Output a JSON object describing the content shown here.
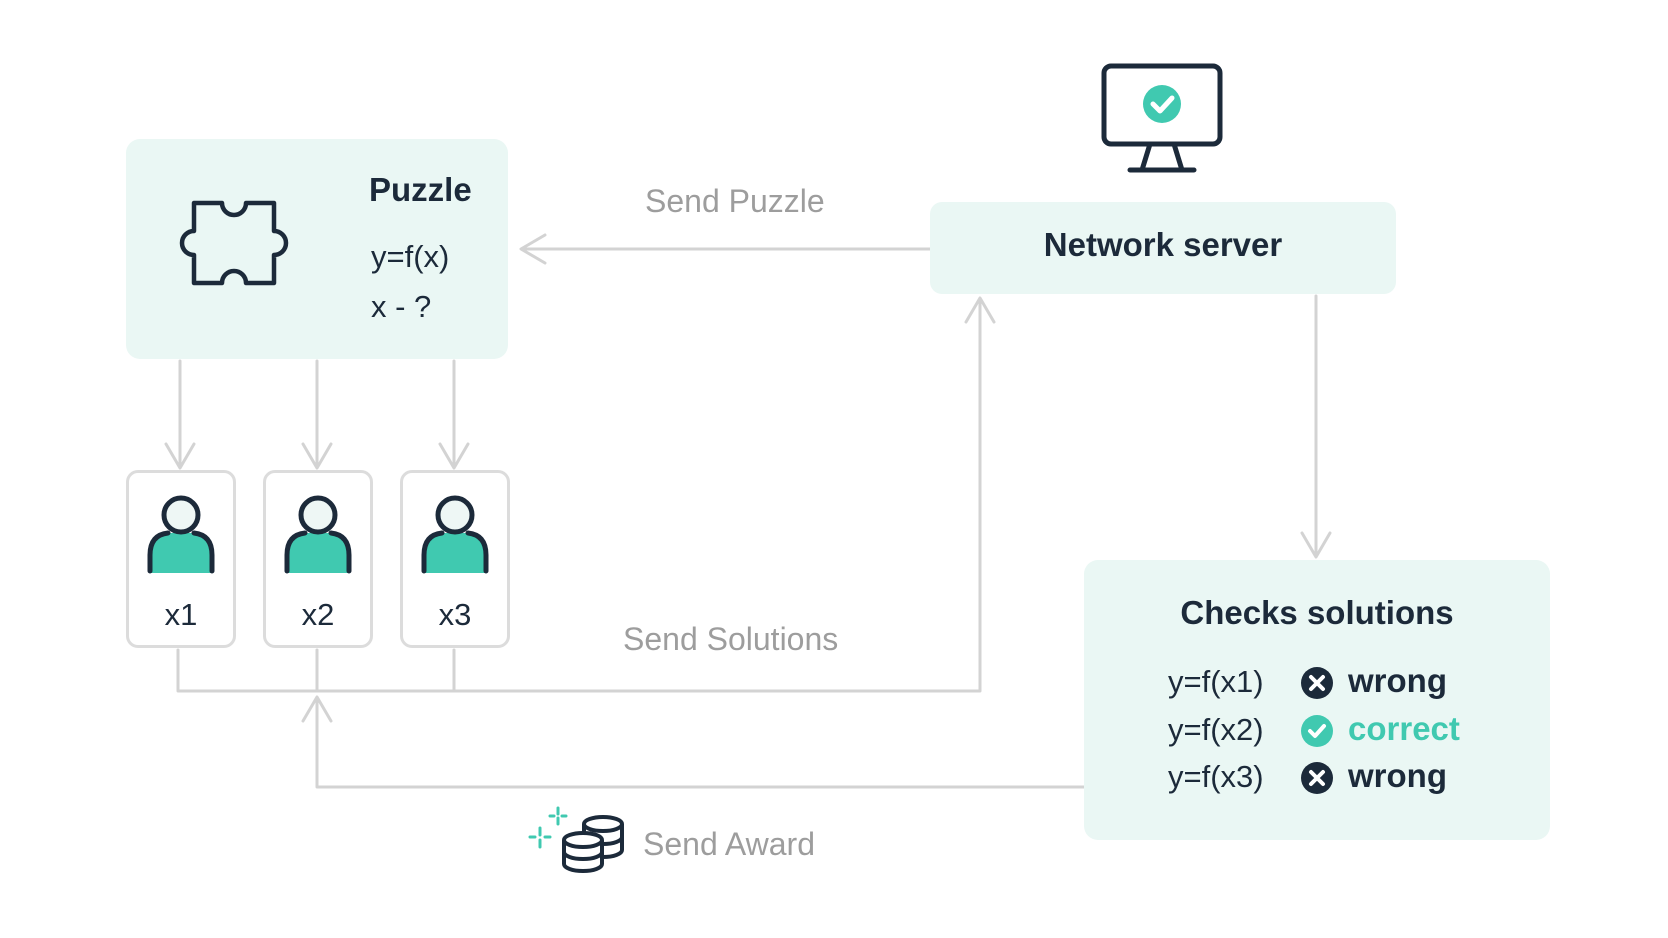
{
  "puzzle": {
    "title": "Puzzle",
    "equation": "y=f(x)",
    "question": "x - ?",
    "icon": "puzzle-icon"
  },
  "server": {
    "title": "Network server",
    "icon": "monitor-check-icon"
  },
  "users": [
    {
      "label": "x1",
      "icon": "user-icon"
    },
    {
      "label": "x2",
      "icon": "user-icon"
    },
    {
      "label": "x3",
      "icon": "user-icon"
    }
  ],
  "check": {
    "title": "Checks solutions",
    "rows": [
      {
        "equation": "y=f(x1)",
        "status": "wrong",
        "icon": "cross-circle-icon"
      },
      {
        "equation": "y=f(x2)",
        "status": "correct",
        "icon": "check-circle-icon"
      },
      {
        "equation": "y=f(x3)",
        "status": "wrong",
        "icon": "cross-circle-icon"
      }
    ]
  },
  "arrows": {
    "send_puzzle": "Send Puzzle",
    "send_solutions": "Send Solutions",
    "send_award": "Send Award"
  },
  "award_icon": "coins-sparkle-icon",
  "colors": {
    "accent": "#40c9b0",
    "dark": "#1c2a3a",
    "box_bg": "#eaf7f4",
    "arrow": "#d3d3d3",
    "label_gray": "#9d9d9d"
  }
}
